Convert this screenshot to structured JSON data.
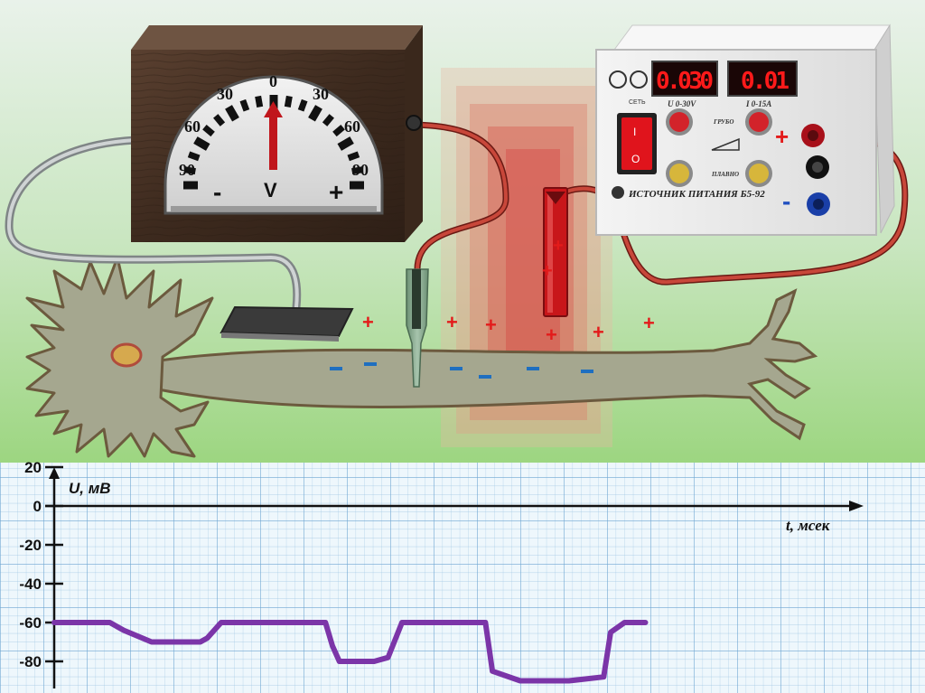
{
  "voltmeter": {
    "scale_labels": [
      "90",
      "60",
      "30",
      "0",
      "30",
      "60",
      "90"
    ],
    "minus": "-",
    "unit": "V",
    "plus": "+"
  },
  "power_supply": {
    "voltage_display": "0.030",
    "current_display": "0.01",
    "voltage_range": "U 0-30V",
    "current_range": "I 0-15A",
    "coarse_label": "ГРУБО",
    "fine_label": "ПЛАВНО",
    "net_label": "СЕТЬ",
    "title": "ИСТОЧНИК ПИТАНИЯ Б5-92",
    "plus_sign": "+",
    "minus_sign": "-",
    "led_color": "#ff1a1a"
  },
  "neuron": {
    "charge_plus": "+",
    "charge_minus": "-",
    "plus_color": "#e31b1b",
    "minus_color": "#1f6fc0"
  },
  "chart_data": {
    "type": "line",
    "ylabel": "U, мВ",
    "xlabel": "t, мсек",
    "yticks": [
      "20",
      "0",
      "-20",
      "-40",
      "-60",
      "-80"
    ],
    "ylim": [
      -90,
      20
    ],
    "x": [
      0,
      8,
      10,
      14,
      21,
      22,
      24,
      33,
      39,
      40,
      41,
      46,
      48,
      50,
      57,
      62,
      63,
      67,
      74,
      79,
      80,
      82,
      85
    ],
    "y": [
      -60,
      -60,
      -64,
      -70,
      -70,
      -68,
      -60,
      -60,
      -60,
      -72,
      -80,
      -80,
      -78,
      -60,
      -60,
      -60,
      -85,
      -90,
      -90,
      -88,
      -65,
      -60,
      -60
    ],
    "line_color": "#7b35a8",
    "grid": true
  }
}
